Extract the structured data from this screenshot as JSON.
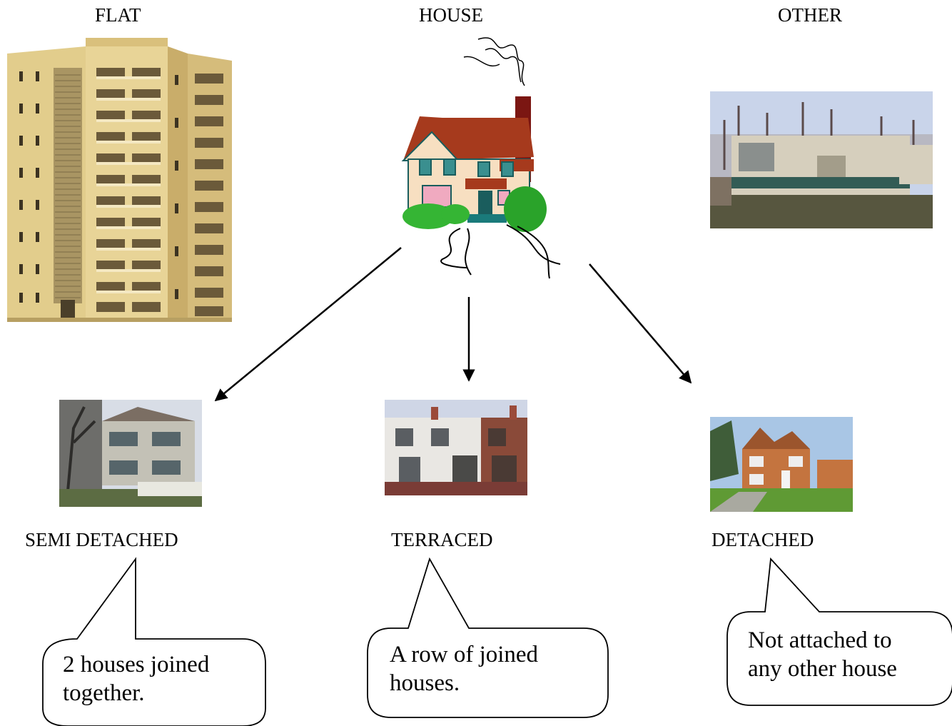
{
  "headings": {
    "flat": "FLAT",
    "house": "HOUSE",
    "other": "OTHER"
  },
  "types": {
    "semi": "SEMI DETACHED",
    "terraced": "TERRACED",
    "detached": "DETACHED"
  },
  "callouts": {
    "semi": "2 houses joined together.",
    "terraced": "A row of joined houses.",
    "detached": "Not attached to any other house"
  },
  "icons": {
    "flat": "tower-block-clipart",
    "house": "house-clipart",
    "other": "mobile-home-photo",
    "semi": "semi-detached-house-photo",
    "terraced": "terraced-houses-photo",
    "detached": "detached-house-photo"
  }
}
